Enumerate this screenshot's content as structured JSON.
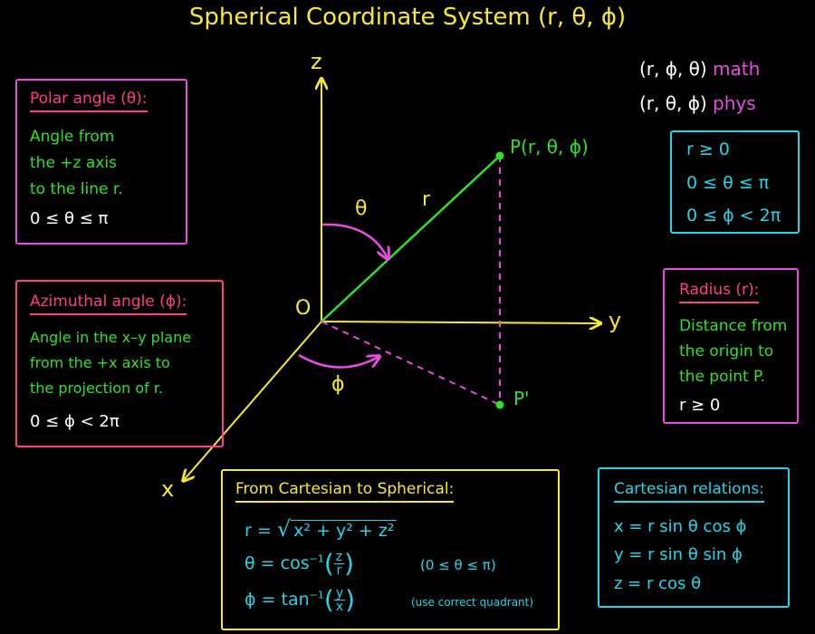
{
  "title": "Spherical Coordinate System (r, θ, ϕ)",
  "conventions": {
    "math_order": "(r, ϕ, θ)",
    "math_label": "math",
    "phys_order": "(r, θ, ϕ)",
    "phys_label": "phys"
  },
  "polar_box": {
    "heading": "Polar angle (θ):",
    "lines": [
      "Angle from",
      "the +z axis",
      "to the line r."
    ],
    "range": "0 ≤ θ ≤ π"
  },
  "azimuth_box": {
    "heading": "Azimuthal angle (ϕ):",
    "lines": [
      "Angle in the x–y plane",
      "from the +x axis to",
      "the projection of r."
    ],
    "range": "0 ≤ ϕ < 2π"
  },
  "ranges_box": {
    "lines": [
      "r ≥ 0",
      "0 ≤ θ ≤ π",
      "0 ≤ ϕ < 2π"
    ]
  },
  "radius_box": {
    "heading": "Radius (r):",
    "lines": [
      "Distance from",
      "the origin to",
      "the point P."
    ],
    "range": "r ≥ 0"
  },
  "cartesian_to_spherical": {
    "heading": "From Cartesian to Spherical:",
    "r_lhs": "r = ",
    "r_rad": "x² + y² + z²",
    "theta_lhs": "θ = cos",
    "theta_num": "z",
    "theta_den": "r",
    "theta_note": "(0 ≤ θ ≤ π)",
    "phi_lhs": "ϕ = tan",
    "phi_num": "y",
    "phi_den": "x",
    "phi_note": "(use correct quadrant)",
    "inverse": "−1"
  },
  "cartesian_relations": {
    "heading": "Cartesian relations:",
    "lines": [
      "x = r sin θ cos ϕ",
      "y = r sin θ sin ϕ",
      "z = r cos θ"
    ]
  },
  "diagram": {
    "z_label": "z",
    "y_label": "y",
    "x_label": "x",
    "origin_label": "O",
    "point_label": "P(r, θ, ϕ)",
    "projection_label": "P'",
    "r_label": "r",
    "theta_label": "θ",
    "phi_label": "ϕ"
  },
  "colors": {
    "axis": "#f7e92d",
    "radius": "#31e02b",
    "projection": "#e84ce0",
    "polar": "#e84ce0",
    "azimuth": "#ff3d8b",
    "formulas": "#21d6e8"
  }
}
